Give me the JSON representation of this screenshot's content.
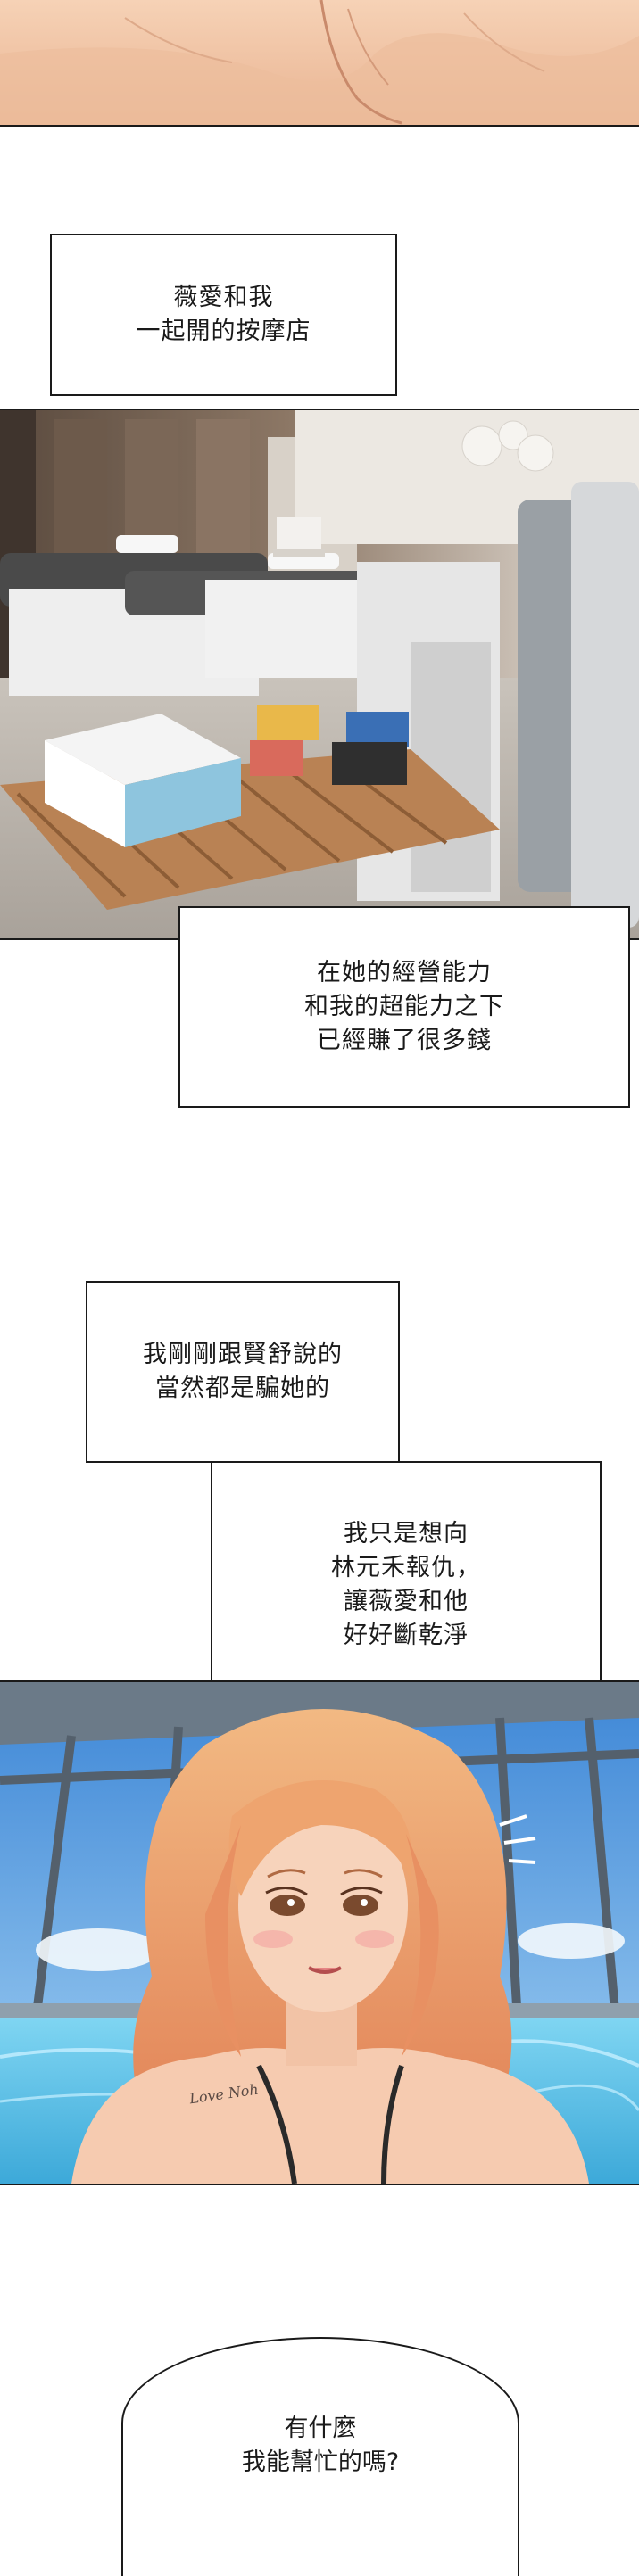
{
  "captions": {
    "c1": [
      "薇愛和我",
      "一起開的按摩店"
    ],
    "c2": [
      "在她的經營能力",
      "和我的超能力之下",
      "已經賺了很多錢"
    ],
    "c3": [
      "我剛剛跟賢舒說的",
      "當然都是騙她的"
    ],
    "c4": [
      "我只是想向",
      "林元禾報仇，",
      "讓薇愛和他",
      "好好斷乾淨"
    ]
  },
  "bubble": [
    "有什麼",
    "我能幫忙的嗎?"
  ],
  "tattoo_text": "Love Noh",
  "colors": {
    "skin": "#f2c7a8",
    "hair": "#e79461",
    "sky": "#6fb3ea",
    "pool": "#5fc3e8",
    "wood": "#b98254"
  }
}
